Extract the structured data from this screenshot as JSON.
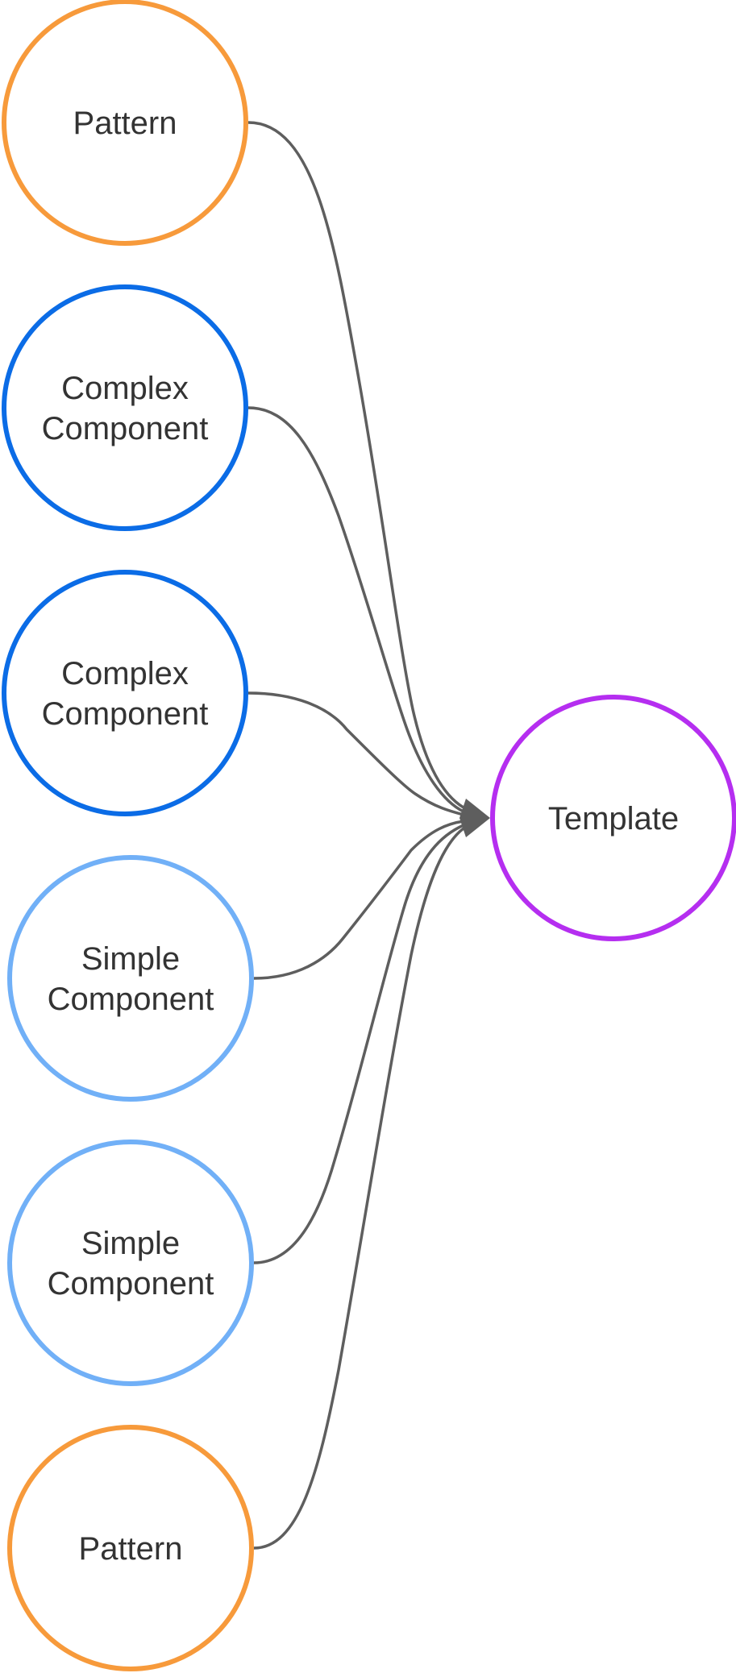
{
  "colors": {
    "pattern": "#f79a3b",
    "complex_component": "#0b6ce6",
    "simple_component": "#71b0f7",
    "template": "#b52ef0",
    "connector": "#5e5e5e",
    "text": "#333333"
  },
  "nodes": [
    {
      "id": "pattern-1",
      "kind": "pattern",
      "lines": [
        "Pattern"
      ]
    },
    {
      "id": "complex-1",
      "kind": "complex_component",
      "lines": [
        "Complex",
        "Component"
      ]
    },
    {
      "id": "complex-2",
      "kind": "complex_component",
      "lines": [
        "Complex",
        "Component"
      ]
    },
    {
      "id": "simple-1",
      "kind": "simple_component",
      "lines": [
        "Simple",
        "Component"
      ]
    },
    {
      "id": "simple-2",
      "kind": "simple_component",
      "lines": [
        "Simple",
        "Component"
      ]
    },
    {
      "id": "pattern-2",
      "kind": "pattern",
      "lines": [
        "Pattern"
      ]
    }
  ],
  "target": {
    "id": "template",
    "kind": "template",
    "lines": [
      "Template"
    ]
  },
  "edges": [
    {
      "from": "pattern-1",
      "to": "template"
    },
    {
      "from": "complex-1",
      "to": "template"
    },
    {
      "from": "complex-2",
      "to": "template"
    },
    {
      "from": "simple-1",
      "to": "template"
    },
    {
      "from": "simple-2",
      "to": "template"
    },
    {
      "from": "pattern-2",
      "to": "template"
    }
  ]
}
